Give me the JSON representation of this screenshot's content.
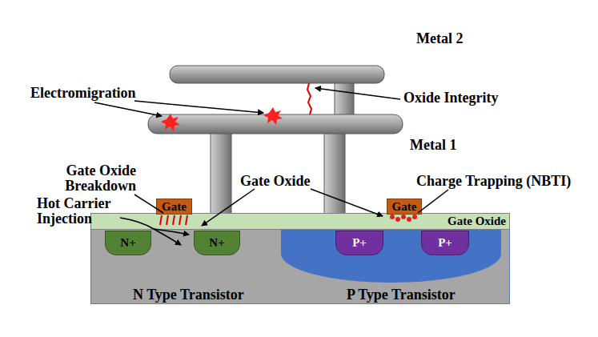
{
  "diagram": {
    "nodes": [
      {
        "text": [
          "N Type Transistor",
          "P Type Transistor"
        ]
      },
      {
        "text": [
          "N+"
        ],
        "in": 0
      },
      {
        "text": [
          "N+"
        ],
        "in": 0
      },
      {
        "text": [
          "P+"
        ],
        "in": 0
      },
      {
        "text": [
          "P+"
        ],
        "in": 0
      },
      {
        "text": [
          "Gate Oxide"
        ]
      },
      {
        "text": [
          "Gate"
        ]
      },
      {
        "text": [
          "Gate"
        ]
      }
    ],
    "labels": [
      "Metal 2",
      "Metal 1",
      "Electromigration",
      "Oxide Integrity",
      "Gate Oxide Breakdown",
      "Hot Carrier Injection",
      "Gate Oxide",
      "Charge Trapping (NBTI)"
    ]
  }
}
